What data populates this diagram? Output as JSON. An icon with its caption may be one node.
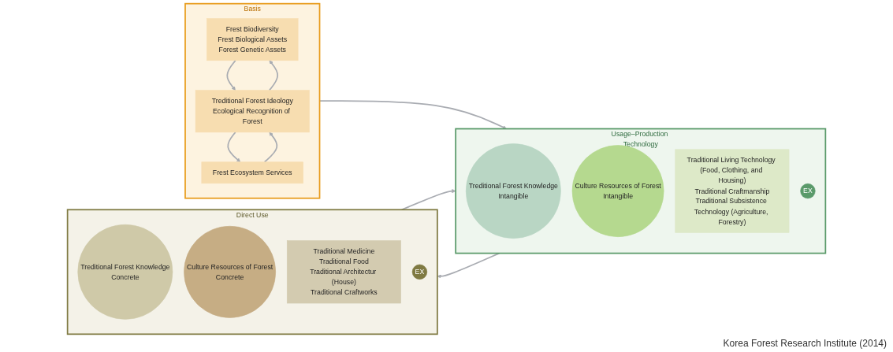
{
  "diagram": {
    "caption": "Korea Forest Research Institute (2014)",
    "nodes": [
      {
        "text": [
          "Basis"
        ]
      },
      {
        "text": [
          "Frest Biodiversity",
          "Frest Biological Assets",
          "Forest Genetic Assets"
        ],
        "in": 0
      },
      {
        "text": [
          "Treditional Forest Ideology",
          "Ecological Recognition of Forest"
        ],
        "in": 0
      },
      {
        "text": [
          "Frest Ecosystem Services"
        ],
        "in": 0
      },
      {
        "text": [
          "Usage–Production Technology"
        ]
      },
      {
        "text": [
          "Treditional Forest Knowledge",
          "Intangible"
        ],
        "in": 4
      },
      {
        "text": [
          "Culture Resources of Forest",
          "Intangible"
        ],
        "in": 4
      },
      {
        "text": [
          "Traditional Living Technology (Food, Clothing, and Housing)",
          "Traditional Craftmanship",
          "Traditional Subsistence Technology (Agriculture, Forestry)"
        ],
        "in": 4
      },
      {
        "text": [
          "EX"
        ],
        "in": 4
      },
      {
        "text": [
          "Direct Use"
        ]
      },
      {
        "text": [
          "Treditional Forest Knowledge",
          "Concrete"
        ],
        "in": 9
      },
      {
        "text": [
          "Culture Resources of Forest",
          "Concrete"
        ],
        "in": 9
      },
      {
        "text": [
          "Traditional Medicine",
          "Traditional Food",
          "Traditional Architectur (House)",
          "Traditional Craftworks"
        ],
        "in": 9
      },
      {
        "text": [
          "EX"
        ],
        "in": 9
      }
    ],
    "edges": [
      {
        "from": 2,
        "to": 1,
        "arrow": "to"
      },
      {
        "from": 1,
        "to": 2,
        "arrow": "to"
      },
      {
        "from": 3,
        "to": 2,
        "arrow": "to"
      },
      {
        "from": 2,
        "to": 3,
        "arrow": "to"
      },
      {
        "from": 0,
        "to": 4,
        "arrow": "to"
      },
      {
        "from": 4,
        "to": 9,
        "arrow": "to"
      },
      {
        "from": 9,
        "to": 4,
        "arrow": "to"
      }
    ]
  }
}
